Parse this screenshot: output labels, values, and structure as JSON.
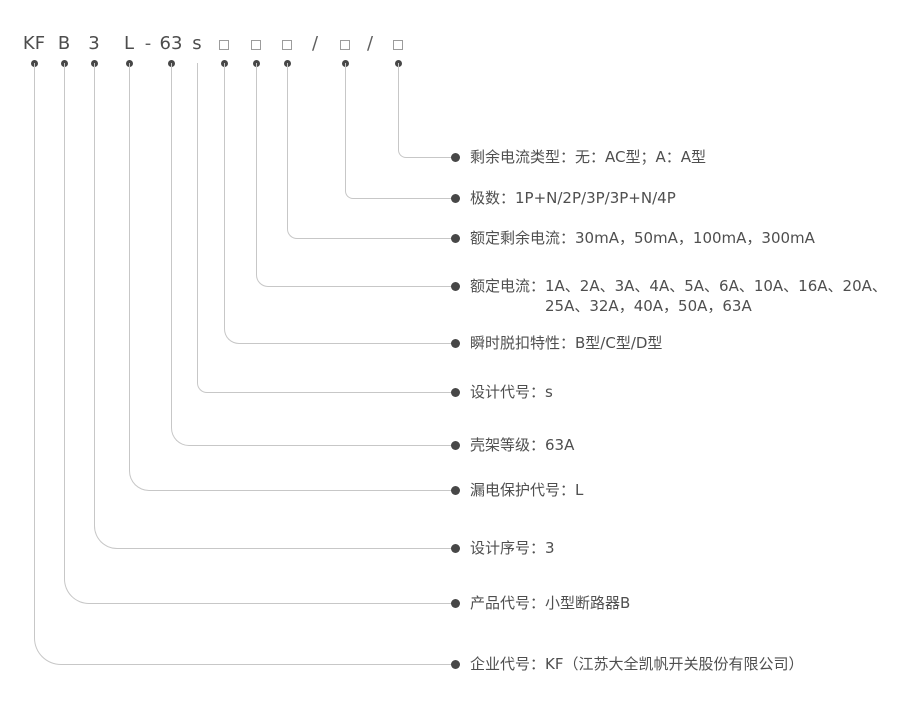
{
  "colors": {
    "symbol_text": "#4d4d4d",
    "separator_text": "#5f5f5f",
    "box_border": "#9c9c9c",
    "connector_line": "#c7c7c7",
    "dot": "#474747",
    "label_text": "#4f4f4f",
    "background": "#ffffff"
  },
  "model_row": {
    "items": [
      {
        "text": "KF",
        "kind": "code",
        "dot": true,
        "legend_index": 10
      },
      {
        "text": "B",
        "kind": "code",
        "dot": true,
        "legend_index": 9
      },
      {
        "text": "3",
        "kind": "code",
        "dot": true,
        "legend_index": 8
      },
      {
        "text": "L",
        "kind": "code",
        "dot": true,
        "legend_index": 7
      },
      {
        "text": "-",
        "kind": "separator",
        "dot": false,
        "legend_index": null
      },
      {
        "text": "63",
        "kind": "code",
        "dot": true,
        "legend_index": 6
      },
      {
        "text": "s",
        "kind": "code",
        "dot": false,
        "legend_index": 5
      },
      {
        "text": "□",
        "kind": "box",
        "dot": true,
        "legend_index": 4
      },
      {
        "text": "□",
        "kind": "box",
        "dot": true,
        "legend_index": 3
      },
      {
        "text": "□",
        "kind": "box",
        "dot": true,
        "legend_index": 2
      },
      {
        "text": "/",
        "kind": "separator",
        "dot": false,
        "legend_index": null
      },
      {
        "text": "□",
        "kind": "box",
        "dot": true,
        "legend_index": 1
      },
      {
        "text": "/",
        "kind": "separator",
        "dot": false,
        "legend_index": null
      },
      {
        "text": "□",
        "kind": "box",
        "dot": true,
        "legend_index": 0
      }
    ]
  },
  "legend": [
    {
      "id": "residual-current-type",
      "text": "剩余电流类型：无：AC型；A：A型"
    },
    {
      "id": "poles",
      "text": "极数：1P+N/2P/3P/3P+N/4P"
    },
    {
      "id": "rated-residual-current",
      "text": "额定剩余电流：30mA，50mA，100mA，300mA"
    },
    {
      "id": "rated-current",
      "text": "额定电流：1A、2A、3A、4A、5A、6A、10A、16A、20A、",
      "text2": "25A、32A，40A，50A，63A"
    },
    {
      "id": "instantaneous-trip-type",
      "text": "瞬时脱扣特性：B型/C型/D型"
    },
    {
      "id": "design-code",
      "text": "设计代号：s"
    },
    {
      "id": "frame-rating",
      "text": "壳架等级：63A"
    },
    {
      "id": "leakage-protection-code",
      "text": "漏电保护代号：L"
    },
    {
      "id": "design-serial-number",
      "text": "设计序号：3"
    },
    {
      "id": "product-code",
      "text": "产品代号：小型断路器B"
    },
    {
      "id": "company-code",
      "text": "企业代号：KF（江苏大全凯帆开关股份有限公司）"
    }
  ]
}
